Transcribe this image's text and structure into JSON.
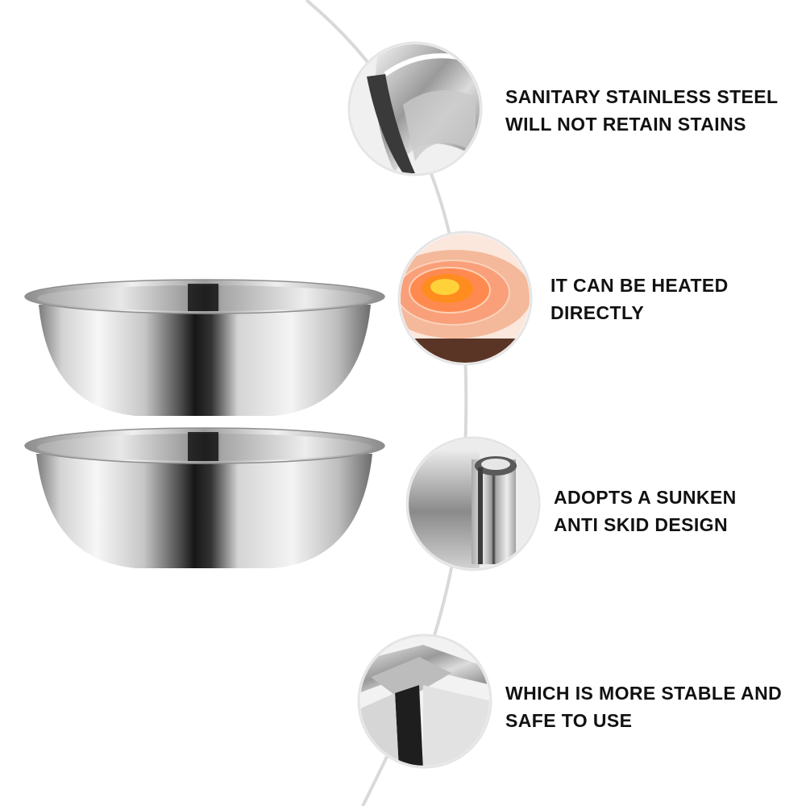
{
  "features": [
    {
      "line1": "SANITARY STAINLESS STEEL",
      "line2": "WILL NOT RETAIN STAINS",
      "icon": "steel-rim-closeup"
    },
    {
      "line1": "IT CAN BE HEATED",
      "line2": "DIRECTLY",
      "icon": "heat-rings"
    },
    {
      "line1": "ADOPTS A SUNKEN",
      "line2": "ANTI SKID DESIGN",
      "icon": "rolled-edge"
    },
    {
      "line1": "WHICH IS MORE STABLE AND",
      "line2": "SAFE TO USE",
      "icon": "stable-base"
    }
  ],
  "product": {
    "name": "stainless-steel-bowls",
    "count": 2
  },
  "colors": {
    "text": "#111111",
    "curve": "#d9d9d9",
    "circle_border": "#e5e5e5",
    "heat": "#ff7a2a"
  }
}
